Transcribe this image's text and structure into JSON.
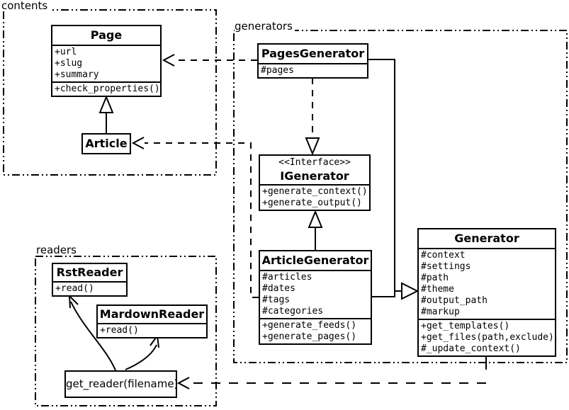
{
  "colors": {
    "line": "#000000",
    "background": "#ffffff"
  },
  "packages": {
    "contents": {
      "label": "contents"
    },
    "generators": {
      "label": "generators"
    },
    "readers": {
      "label": "readers"
    }
  },
  "classes": {
    "page": {
      "name": "Page",
      "attributes": [
        "+url",
        "+slug",
        "+summary"
      ],
      "methods": [
        "+check_properties()"
      ]
    },
    "article": {
      "name": "Article"
    },
    "pages_generator": {
      "name": "PagesGenerator",
      "attributes": [
        "#pages"
      ]
    },
    "igenerator": {
      "stereotype": "<<Interface>>",
      "name": "IGenerator",
      "methods": [
        "+generate_context()",
        "+generate_output()"
      ]
    },
    "article_generator": {
      "name": "ArticleGenerator",
      "attributes": [
        "#articles",
        "#dates",
        "#tags",
        "#categories"
      ],
      "methods": [
        "+generate_feeds()",
        "+generate_pages()"
      ]
    },
    "generator": {
      "name": "Generator",
      "attributes": [
        "#context",
        "#settings",
        "#path",
        "#theme",
        "#output_path",
        "#markup"
      ],
      "methods": [
        "+get_templates()",
        "+get_files(path,exclude)",
        "#_update_context()"
      ]
    },
    "rst_reader": {
      "name": "RstReader",
      "methods": [
        "+read()"
      ]
    },
    "mardown_reader": {
      "name": "MardownReader",
      "methods": [
        "+read()"
      ]
    },
    "get_reader": {
      "label": "get_reader(filename)"
    }
  }
}
